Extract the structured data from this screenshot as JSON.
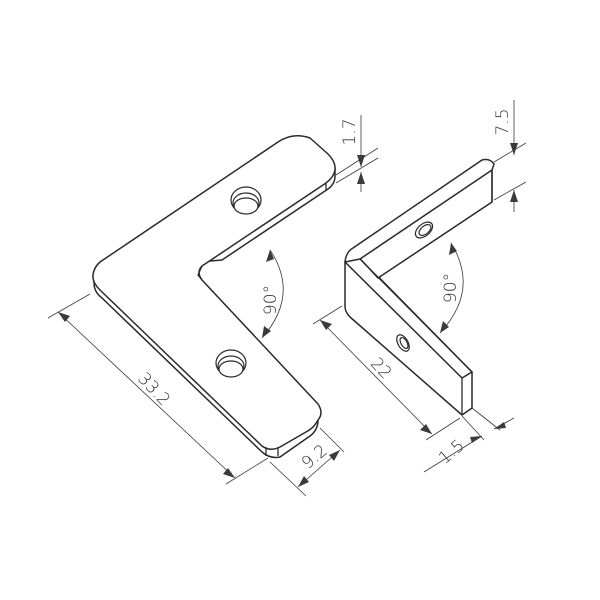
{
  "drawing": {
    "background": "#ffffff",
    "line_color": "#2a2a2a",
    "parts": [
      {
        "name": "flat-corner-connector",
        "dimensions": {
          "thickness": "1.7",
          "length": "33.2",
          "width": "9.2",
          "angle": "90°"
        }
      },
      {
        "name": "bent-corner-connector",
        "dimensions": {
          "height": "7.5",
          "length": "22",
          "thickness": "1.5",
          "angle": "90°"
        }
      }
    ]
  }
}
